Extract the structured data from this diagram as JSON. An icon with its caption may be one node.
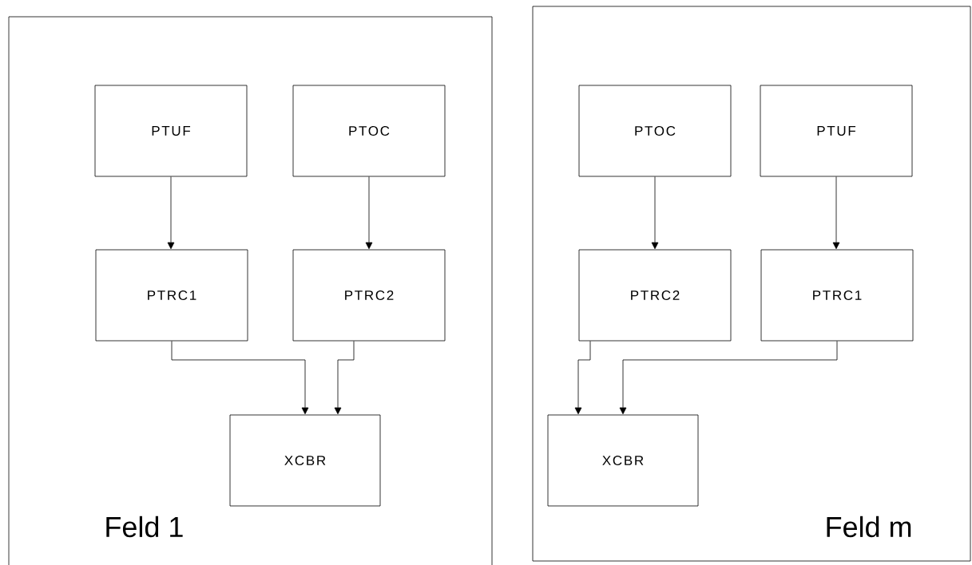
{
  "diagram": {
    "nodes": [
      {
        "text": [
          "Feld 1"
        ]
      },
      {
        "text": [
          "PTUF"
        ],
        "in": 0
      },
      {
        "text": [
          "PTOC"
        ],
        "in": 0
      },
      {
        "text": [
          "PTRC1"
        ],
        "in": 0
      },
      {
        "text": [
          "PTRC2"
        ],
        "in": 0
      },
      {
        "text": [
          "XCBR"
        ],
        "in": 0
      },
      {
        "text": [
          "Feld m"
        ]
      },
      {
        "text": [
          "PTOC"
        ],
        "in": 6
      },
      {
        "text": [
          "PTUF"
        ],
        "in": 6
      },
      {
        "text": [
          "PTRC2"
        ],
        "in": 6
      },
      {
        "text": [
          "PTRC1"
        ],
        "in": 6
      },
      {
        "text": [
          "XCBR"
        ],
        "in": 6
      }
    ],
    "edges": [
      {
        "from": 1,
        "to": 3,
        "arrow": "to"
      },
      {
        "from": 2,
        "to": 4,
        "arrow": "to"
      },
      {
        "from": 3,
        "to": 5,
        "arrow": "to"
      },
      {
        "from": 4,
        "to": 5,
        "arrow": "to"
      },
      {
        "from": 7,
        "to": 9,
        "arrow": "to"
      },
      {
        "from": 8,
        "to": 10,
        "arrow": "to"
      },
      {
        "from": 9,
        "to": 11,
        "arrow": "to"
      },
      {
        "from": 10,
        "to": 11,
        "arrow": "to"
      }
    ]
  }
}
